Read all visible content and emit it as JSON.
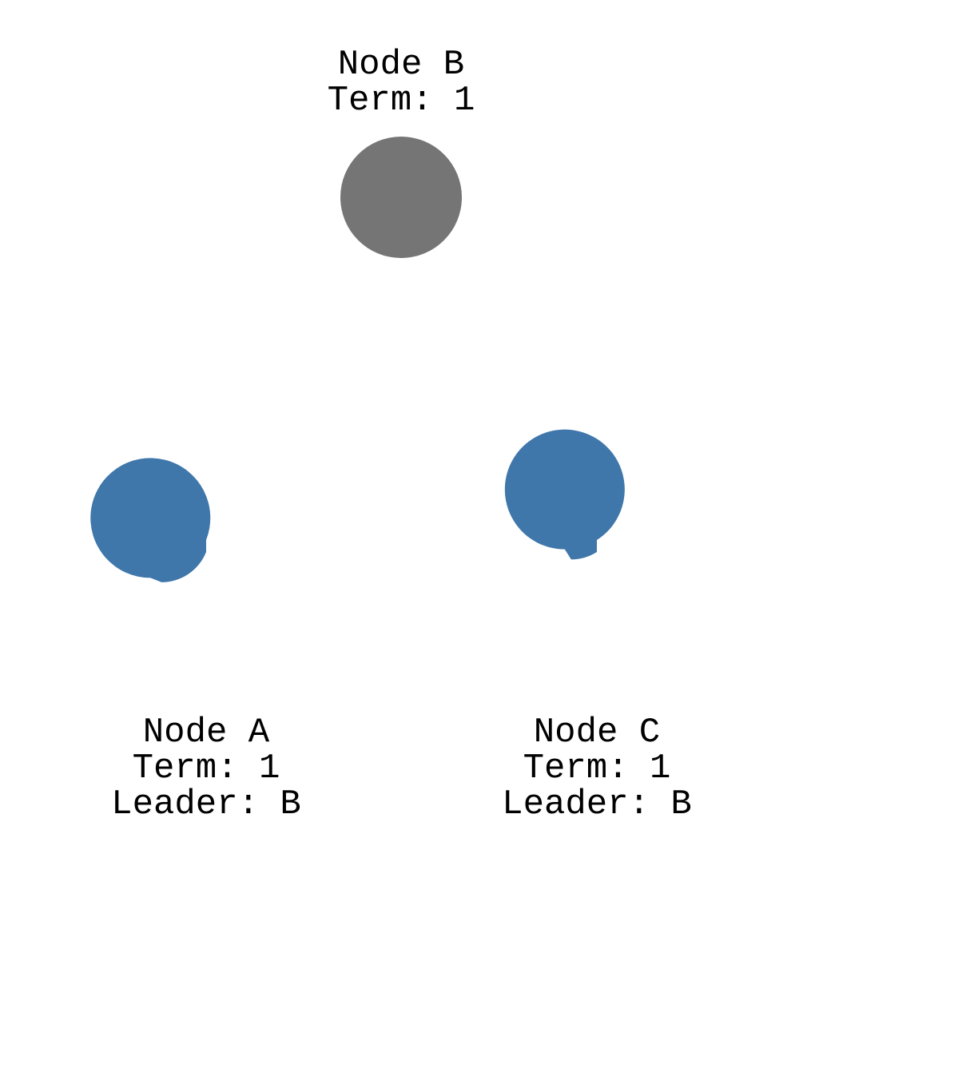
{
  "colors": {
    "leader": "#757575",
    "follower": "#3f77ab",
    "background": "#ffffff",
    "text": "#000000"
  },
  "nodes": [
    {
      "id": "B",
      "name": "Node B",
      "term": "Term: 1",
      "leader": "",
      "role": "leader",
      "timer_fraction": 1.0
    },
    {
      "id": "A",
      "name": "Node A",
      "term": "Term: 1",
      "leader": "Leader: B",
      "role": "follower",
      "timer_fraction": 0.81
    },
    {
      "id": "C",
      "name": "Node C",
      "term": "Term: 1",
      "leader": "Leader: B",
      "role": "follower",
      "timer_fraction": 0.91
    }
  ]
}
